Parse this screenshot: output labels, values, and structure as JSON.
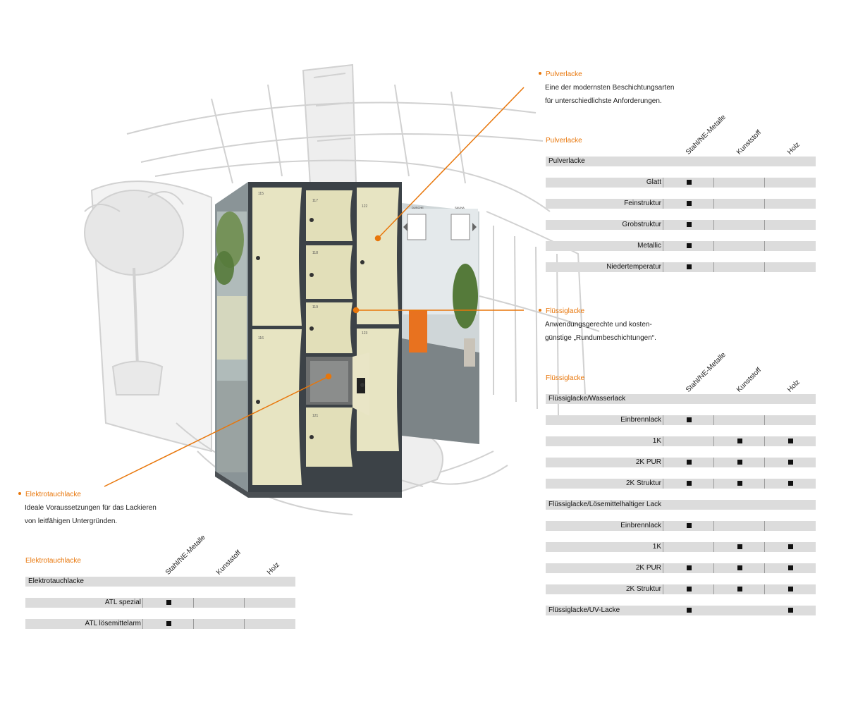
{
  "accent_color": "#e8760a",
  "callouts": {
    "pulver": {
      "title": "Pulverlacke",
      "lines": [
        "Eine der modernsten Beschichtungsarten",
        "für unterschiedlichste Anforderungen."
      ]
    },
    "fluessig": {
      "title": "Flüssiglacke",
      "lines": [
        "Anwendungsgerechte und kosten-",
        "günstige „Rundumbeschichtungen“."
      ]
    },
    "elektro": {
      "title": "Elektrotauchlacke",
      "lines": [
        "Ideale Voraussetzungen für das Lackieren",
        "von leitfähigen Untergründen."
      ]
    }
  },
  "columns": [
    "Stahl/NE-Metalle",
    "Kunststoff",
    "Holz"
  ],
  "locker_numbers": [
    "115",
    "117",
    "122",
    "118",
    "119",
    "116",
    "123",
    "121"
  ],
  "signs": {
    "left": "DUSCHE",
    "right": "SAUNA"
  },
  "tables": {
    "pulver": {
      "title": "Pulverlacke",
      "groups": [
        {
          "label": "Pulverlacke",
          "rows": [
            {
              "label": "Glatt",
              "marks": [
                true,
                false,
                false
              ]
            },
            {
              "label": "Feinstruktur",
              "marks": [
                true,
                false,
                false
              ]
            },
            {
              "label": "Grobstruktur",
              "marks": [
                true,
                false,
                false
              ]
            },
            {
              "label": "Metallic",
              "marks": [
                true,
                false,
                false
              ]
            },
            {
              "label": "Niedertemperatur",
              "marks": [
                true,
                false,
                false
              ]
            }
          ]
        }
      ]
    },
    "fluessig": {
      "title": "Flüssiglacke",
      "groups": [
        {
          "label": "Flüssiglacke/Wasserlack",
          "rows": [
            {
              "label": "Einbrennlack",
              "marks": [
                true,
                false,
                false
              ]
            },
            {
              "label": "1K",
              "marks": [
                false,
                true,
                true
              ]
            },
            {
              "label": "2K PUR",
              "marks": [
                true,
                true,
                true
              ]
            },
            {
              "label": "2K Struktur",
              "marks": [
                true,
                true,
                true
              ]
            }
          ]
        },
        {
          "label": "Flüssiglacke/Lösemittelhaltiger Lack",
          "rows": [
            {
              "label": "Einbrennlack",
              "marks": [
                true,
                false,
                false
              ]
            },
            {
              "label": "1K",
              "marks": [
                false,
                true,
                true
              ]
            },
            {
              "label": "2K PUR",
              "marks": [
                true,
                true,
                true
              ]
            },
            {
              "label": "2K Struktur",
              "marks": [
                true,
                true,
                true
              ]
            }
          ]
        },
        {
          "label": "Flüssiglacke/UV-Lacke",
          "inline": true,
          "marks": [
            true,
            false,
            true
          ]
        }
      ]
    },
    "elektro": {
      "title": "Elektrotauchlacke",
      "groups": [
        {
          "label": "Elektrotauchlacke",
          "rows": [
            {
              "label": "ATL spezial",
              "marks": [
                true,
                false,
                false
              ]
            },
            {
              "label": "ATL lösemittelarm",
              "marks": [
                true,
                false,
                false
              ]
            }
          ]
        }
      ]
    }
  }
}
